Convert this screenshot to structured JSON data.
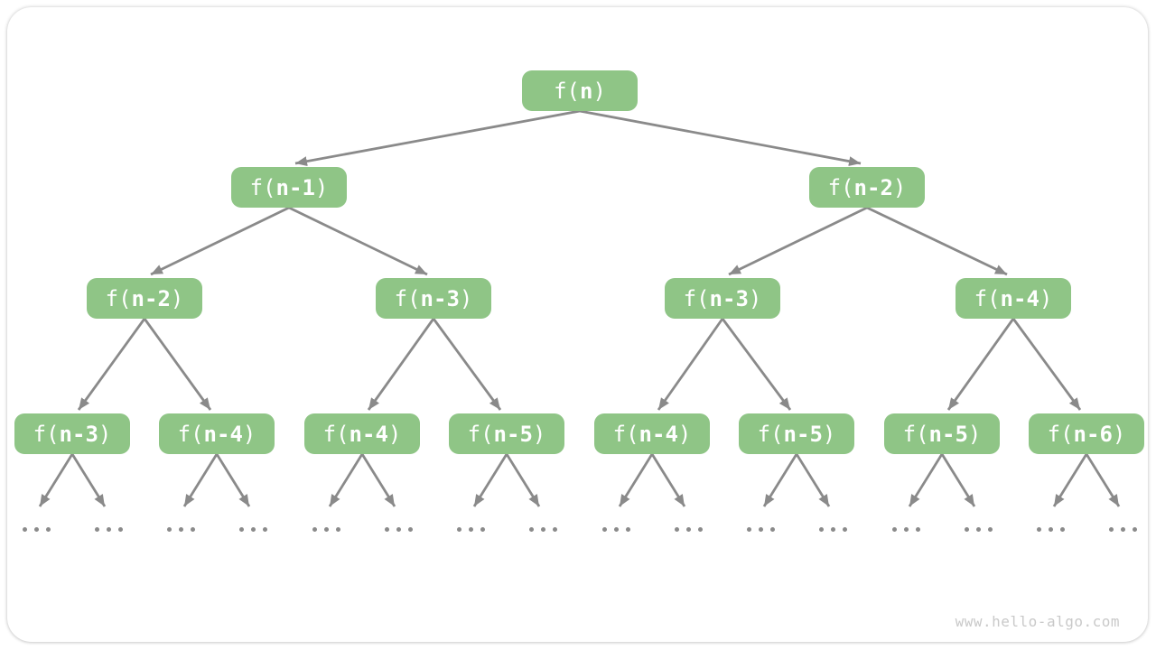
{
  "page": {
    "watermark": "www.hello-algo.com"
  },
  "colors": {
    "page_bg": "#ffffff",
    "card_bg": "#ffffff",
    "node_fill": "#8fc586",
    "node_text": "#ffffff",
    "arrow": "#8a8a8a",
    "ellipsis_dot": "#8a8a8a",
    "watermark_text": "#c9c9c9"
  },
  "tree": {
    "description": "recursion tree of f(n) = f(n-1) + f(n-2)",
    "ellipsis": "...",
    "levels": [
      {
        "nodes": [
          {
            "pre": "f(",
            "arg": "n",
            "post": ")"
          }
        ]
      },
      {
        "nodes": [
          {
            "pre": "f(",
            "arg": "n-1",
            "post": ")"
          },
          {
            "pre": "f(",
            "arg": "n-2",
            "post": ")"
          }
        ]
      },
      {
        "nodes": [
          {
            "pre": "f(",
            "arg": "n-2",
            "post": ")"
          },
          {
            "pre": "f(",
            "arg": "n-3",
            "post": ")"
          },
          {
            "pre": "f(",
            "arg": "n-3",
            "post": ")"
          },
          {
            "pre": "f(",
            "arg": "n-4",
            "post": ")"
          }
        ]
      },
      {
        "nodes": [
          {
            "pre": "f(",
            "arg": "n-3",
            "post": ")"
          },
          {
            "pre": "f(",
            "arg": "n-4",
            "post": ")"
          },
          {
            "pre": "f(",
            "arg": "n-4",
            "post": ")"
          },
          {
            "pre": "f(",
            "arg": "n-5",
            "post": ")"
          },
          {
            "pre": "f(",
            "arg": "n-4",
            "post": ")"
          },
          {
            "pre": "f(",
            "arg": "n-5",
            "post": ")"
          },
          {
            "pre": "f(",
            "arg": "n-5",
            "post": ")"
          },
          {
            "pre": "f(",
            "arg": "n-6",
            "post": ")"
          }
        ]
      }
    ]
  }
}
